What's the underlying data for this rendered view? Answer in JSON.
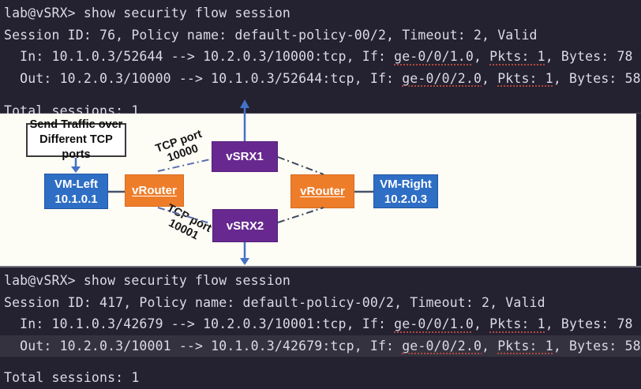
{
  "terminal_top": {
    "command_line": "lab@vSRX> show security flow session",
    "session_line": "Session ID: 76, Policy name: default-policy-00/2, Timeout: 2, Valid",
    "in_line": {
      "pre": "  In: 10.1.0.3/52644 --> 10.2.0.3/10000:tcp, If: ",
      "interface": "ge-0/0/1.0",
      "sep1": ", ",
      "pkts": "Pkts: 1",
      "sep2": ", ",
      "bytes": "Bytes: 78"
    },
    "out_line": {
      "pre": "  Out: 10.2.0.3/10000 --> 10.1.0.3/52644:tcp, If: ",
      "interface": "ge-0/0/2.0",
      "sep1": ", ",
      "pkts": "Pkts: 1",
      "sep2": ", ",
      "bytes": "Bytes: 58"
    },
    "total_line": "Total sessions: 1"
  },
  "terminal_bottom": {
    "command_line": "lab@vSRX> show security flow session",
    "session_line": "Session ID: 417, Policy name: default-policy-00/2, Timeout: 2, Valid",
    "in_line": {
      "pre": "  In: 10.1.0.3/42679 --> 10.2.0.3/10001:tcp, If: ",
      "interface": "ge-0/0/1.0",
      "sep1": ", ",
      "pkts": "Pkts: 1",
      "sep2": ", ",
      "bytes": "Bytes: 78"
    },
    "out_line": {
      "pre": "  Out: 10.2.0.3/10001 --> 10.1.0.3/42679:tcp, If: ",
      "interface": "ge-0/0/2.0",
      "sep1": ", ",
      "pkts": "Pkts: 1",
      "sep2": ", ",
      "bytes": "Bytes: 58"
    },
    "total_line": "Total sessions: 1"
  },
  "diagram": {
    "note_box": {
      "line1": "Send Traffic over",
      "line2": "Different TCP ports"
    },
    "vm_left": {
      "name": "VM-Left",
      "ip": "10.1.0.1"
    },
    "vrouter_left": {
      "label": "vRouter"
    },
    "vsrx1": {
      "label": "vSRX1"
    },
    "vsrx2": {
      "label": "vSRX2"
    },
    "vrouter_right": {
      "label": "vRouter"
    },
    "vm_right": {
      "name": "VM-Right",
      "ip": "10.2.0.3"
    },
    "tcp_label_top": {
      "line1": "TCP port",
      "line2": "10000"
    },
    "tcp_label_bottom": {
      "line1": "TCP port",
      "line2": "10001"
    }
  },
  "colors": {
    "terminal_bg": "#242130",
    "terminal_text": "#dcdae6",
    "highlight_row_bg": "#353240",
    "squiggle_red": "#b0493f",
    "diagram_bg": "#fdfcf5",
    "vm_blue": "#2e6ec5",
    "vrouter_orange": "#ee7d2a",
    "vsrx_purple": "#67298f",
    "arrow_blue": "#4472c4",
    "dashdot_blue": "#5a6fae",
    "dashdot_dark": "#3d4a5c"
  }
}
